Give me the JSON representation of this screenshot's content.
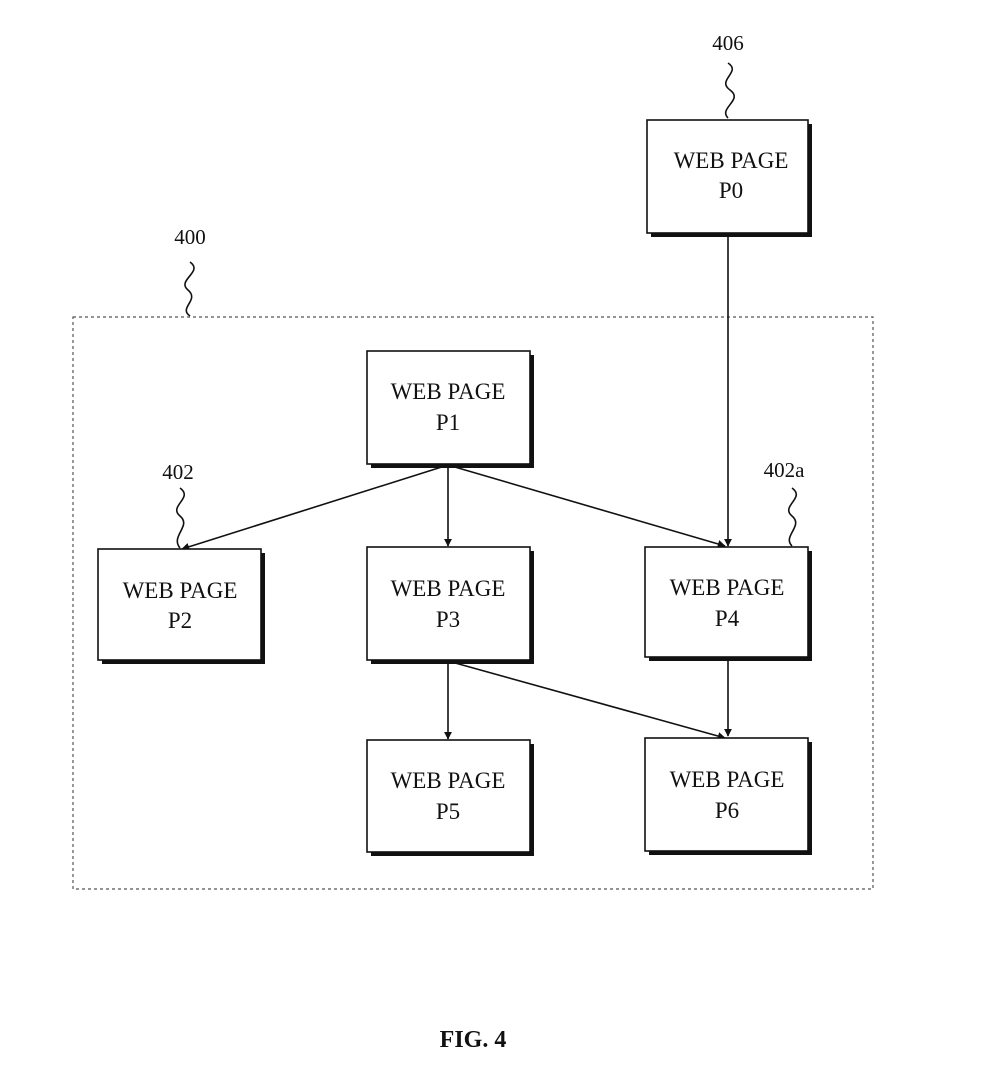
{
  "figure": {
    "caption": "FIG. 4"
  },
  "refs": {
    "group": "400",
    "p0": "406",
    "p2": "402",
    "p4": "402a"
  },
  "nodes": {
    "p0": {
      "line1": "WEB PAGE",
      "line2": "P0"
    },
    "p1": {
      "line1": "WEB PAGE",
      "line2": "P1"
    },
    "p2": {
      "line1": "WEB PAGE",
      "line2": "P2"
    },
    "p3": {
      "line1": "WEB PAGE",
      "line2": "P3"
    },
    "p4": {
      "line1": "WEB PAGE",
      "line2": "P4"
    },
    "p5": {
      "line1": "WEB PAGE",
      "line2": "P5"
    },
    "p6": {
      "line1": "WEB PAGE",
      "line2": "P6"
    }
  },
  "links": [
    {
      "from": "P0",
      "to": "P4"
    },
    {
      "from": "P1",
      "to": "P2"
    },
    {
      "from": "P1",
      "to": "P3"
    },
    {
      "from": "P1",
      "to": "P4"
    },
    {
      "from": "P3",
      "to": "P5"
    },
    {
      "from": "P3",
      "to": "P6"
    },
    {
      "from": "P4",
      "to": "P6"
    }
  ]
}
